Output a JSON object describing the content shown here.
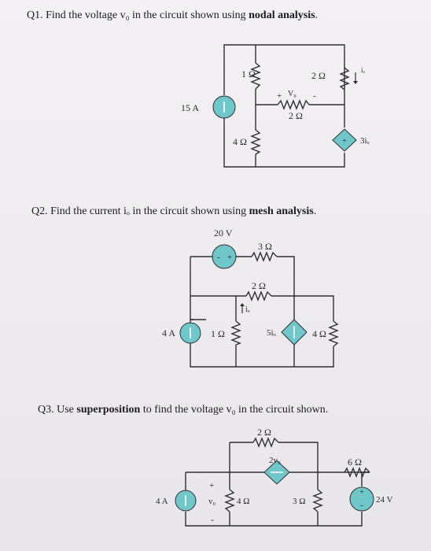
{
  "questions": {
    "q1": {
      "num": "Q1.",
      "pre": "Find the voltage v₀ in the circuit shown using",
      "method": "nodal analysis",
      "post": "."
    },
    "q2": {
      "num": "Q2.",
      "pre": "Find the current iₒ in the circuit shown using",
      "method": "mesh analysis",
      "post": "."
    },
    "q3": {
      "num": "Q3.",
      "pre": "Use",
      "method": "superposition",
      "post": "to find the voltage v₀ in the circuit shown."
    }
  },
  "circuit1": {
    "r1": "1 Ω",
    "r2": "2 Ω",
    "r3": "2 Ω",
    "r4": "4 Ω",
    "source": "15 A",
    "dep": "3iₓ",
    "vo": "V₀",
    "ix": "iₓ",
    "plus": "+",
    "minus": "-"
  },
  "circuit2": {
    "vs": "20 V",
    "r1": "3 Ω",
    "r2": "2 Ω",
    "r3": "1 Ω",
    "r4": "4 Ω",
    "source": "4 A",
    "dep": "5iₒ",
    "io": "iₒ"
  },
  "circuit3": {
    "r1": "2 Ω",
    "r2": "6 Ω",
    "r3": "4 Ω",
    "r4": "3 Ω",
    "source": "4 A",
    "dep": "2v₀",
    "vs": "24 V",
    "vo": "v₀",
    "plus": "+",
    "minus": "-"
  },
  "colors": {
    "source_fill": "#6fc7c9",
    "wire": "#2e2e36"
  }
}
